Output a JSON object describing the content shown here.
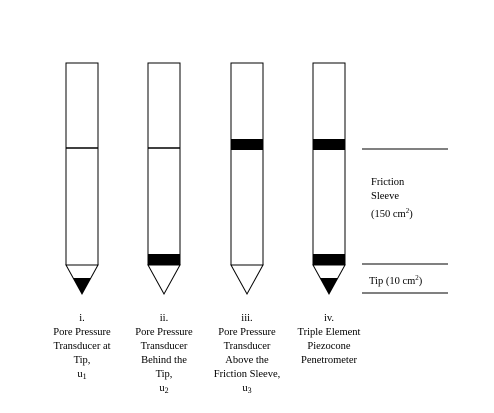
{
  "probes": [
    {
      "numeral": "i.",
      "lines": [
        "Pore Pressure",
        "Transducer at",
        "Tip,"
      ],
      "sym": "u",
      "sub": "1",
      "filter_at": "tip",
      "tip_filled": true
    },
    {
      "numeral": "ii.",
      "lines": [
        "Pore Pressure",
        "Transducer",
        "Behind the",
        "Tip,"
      ],
      "sym": "u",
      "sub": "2",
      "filter_at": "behind-tip",
      "tip_filled": false
    },
    {
      "numeral": "iii.",
      "lines": [
        "Pore Pressure",
        "Transducer",
        "Above the",
        "Friction Sleeve,"
      ],
      "sym": "u",
      "sub": "3",
      "filter_at": "above-sleeve",
      "tip_filled": false
    },
    {
      "numeral": "iv.",
      "lines": [
        "Triple Element",
        "Piezocone",
        "Penetrometer"
      ],
      "sym": "",
      "sub": "",
      "filter_at": "tip, behind-tip, above-sleeve",
      "tip_filled": true
    }
  ],
  "labels": {
    "friction_sleeve": {
      "line1": "Friction",
      "line2": "Sleeve",
      "line3_text": "(150 cm",
      "line3_sup": "2",
      "line3_end": ")"
    },
    "tip": {
      "text": "Tip (10 cm",
      "sup": "2",
      "end": ")"
    }
  }
}
